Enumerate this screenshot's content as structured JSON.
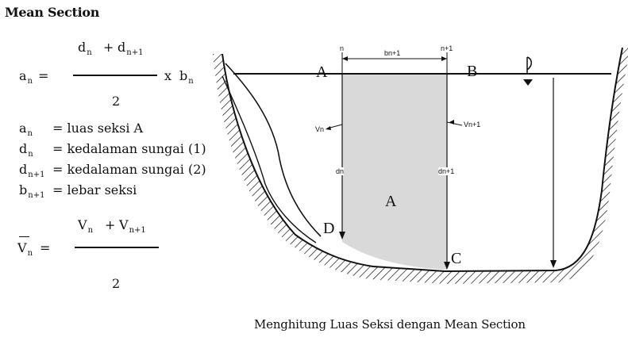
{
  "title": "Mean Section",
  "formula_area": {
    "lhs": "a",
    "lhs_sub": "n",
    "equals": "=",
    "num_a": "d",
    "num_a_sub": "n",
    "plus": "+",
    "num_b": "d",
    "num_b_sub": "n+1",
    "den": "2",
    "times": "x",
    "mult": "b",
    "mult_sub": "n"
  },
  "definitions": [
    {
      "sym": "a",
      "sub": "n",
      "text": "= luas seksi A"
    },
    {
      "sym": "d",
      "sub": "n",
      "text": "= kedalaman sungai (1)"
    },
    {
      "sym": "d",
      "sub": "n+1",
      "text": "= kedalaman sungai (2)"
    },
    {
      "sym": "b",
      "sub": "n+1",
      "text": "= lebar seksi"
    }
  ],
  "formula_velocity": {
    "lhs": "V",
    "lhs_sub": "n",
    "equals": "=",
    "num_a": "V",
    "num_a_sub": "n",
    "plus": "+",
    "num_b": "V",
    "num_b_sub": "n+1",
    "den": "2"
  },
  "diagram": {
    "point_a": "A",
    "point_b": "B",
    "point_c": "C",
    "point_d": "D",
    "area_label": "A",
    "top_left_mark": "n",
    "top_right_mark": "n+1",
    "width_label": "bn+1",
    "vel_left": "Vn",
    "vel_right": "Vn+1",
    "depth_left": "dn",
    "depth_right": "dn+1"
  },
  "caption": "Menghitung Luas Seksi dengan Mean Section"
}
